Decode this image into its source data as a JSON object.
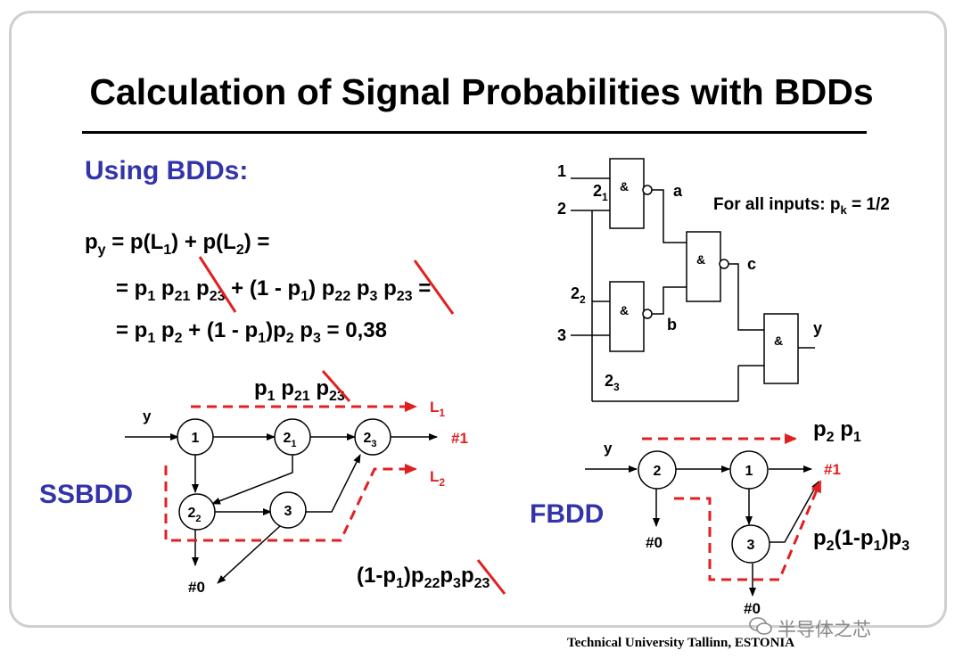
{
  "title": "Calculation of Signal Probabilities with BDDs",
  "subtitle": "Using BDDs:",
  "labels": {
    "ssbdd": "SSBDD",
    "fbdd": "FBDD"
  },
  "inputs_note": {
    "prefix": "For all inputs:  p",
    "sub": "k",
    "suffix": " = 1/2"
  },
  "footer": "Technical University Tallinn, ESTONIA",
  "watermark": "半导体之芯",
  "circuit": {
    "inputs": [
      "1",
      "2",
      "3"
    ],
    "branches": [
      "2",
      "2",
      "2"
    ],
    "branch_subs": [
      "1",
      "2",
      "3"
    ],
    "gate_symbol": "&",
    "signals": [
      "a",
      "b",
      "c",
      "y"
    ]
  },
  "ssbdd": {
    "input": "y",
    "nodes": [
      {
        "main": "1",
        "sub": ""
      },
      {
        "main": "2",
        "sub": "1"
      },
      {
        "main": "2",
        "sub": "3"
      },
      {
        "main": "2",
        "sub": "2"
      },
      {
        "main": "3",
        "sub": ""
      }
    ],
    "terminal_one": "#1",
    "terminal_zero": "#0",
    "path_labels": [
      {
        "main": "L",
        "sub": "1"
      },
      {
        "main": "L",
        "sub": "2"
      }
    ]
  },
  "fbdd": {
    "input": "y",
    "nodes": [
      "2",
      "1",
      "3"
    ],
    "terminal_one": "#1",
    "terminal_zero_a": "#0",
    "terminal_zero_b": "#0"
  }
}
